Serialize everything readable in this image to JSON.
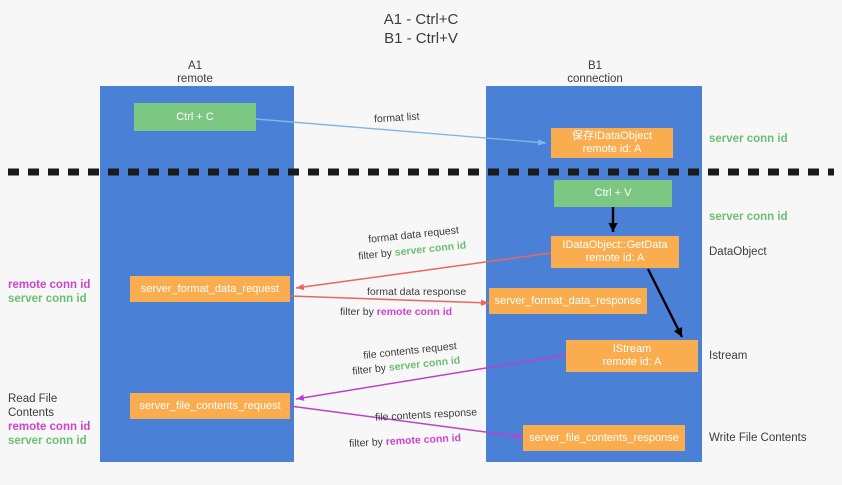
{
  "title": {
    "line1": "A1 - Ctrl+C",
    "line2": "B1 - Ctrl+V"
  },
  "columns": [
    {
      "name": "A1",
      "sub": "remote"
    },
    {
      "name": "B1",
      "sub": "connection"
    }
  ],
  "nodes": {
    "ctrl_c": "Ctrl + C",
    "ctrl_v": "Ctrl + V",
    "idataobject_saved_l1": "保存IDataObject",
    "idataobject_saved_l2": "remote id: A",
    "getdata_l1": "IDataObject::GetData",
    "getdata_l2": "remote id: A",
    "istream_l1": "IStream",
    "istream_l2": "remote id: A",
    "server_format_data_request": "server_format_data_request",
    "server_format_data_response": "server_format_data_response",
    "server_file_contents_request": "server_file_contents_request",
    "server_file_contents_response": "server_file_contents_response"
  },
  "right_labels": {
    "server_conn_id_top": "server conn id",
    "server_conn_id_mid": "server conn id",
    "dataobject": "DataObject",
    "istream": "Istream",
    "write_file_contents": "Write File Contents"
  },
  "left_labels": {
    "remote_conn_id_1": "remote conn id",
    "server_conn_id_1": "server conn id",
    "read_file_contents": "Read File Contents",
    "remote_conn_id_2": "remote conn id",
    "server_conn_id_2": "server conn id"
  },
  "edges": {
    "format_list": "format list",
    "format_data_request": "format data request",
    "format_data_request_filter_prefix": "filter by ",
    "format_data_request_filter_value": "server conn id",
    "format_data_response": "format data response",
    "format_data_response_filter_prefix": "filter by ",
    "format_data_response_filter_value": "remote conn id",
    "file_contents_request": "file contents request",
    "file_contents_request_filter_prefix": "filter by ",
    "file_contents_request_filter_value": "server conn id",
    "file_contents_response": "file contents response",
    "file_contents_response_filter_prefix": "filter by ",
    "file_contents_response_filter_value": "remote conn id"
  },
  "colors": {
    "lane": "#4a80d6",
    "node_orange": "#f9ad4e",
    "node_green": "#7cc882",
    "arrow_lightblue": "#7fb6e8",
    "arrow_red": "#e8675f",
    "arrow_purple": "#c040c8",
    "arrow_black": "#000000",
    "conn_green_text": "#6cbf72",
    "conn_purple_text": "#cc44cc",
    "background": "#f7f7f7"
  }
}
